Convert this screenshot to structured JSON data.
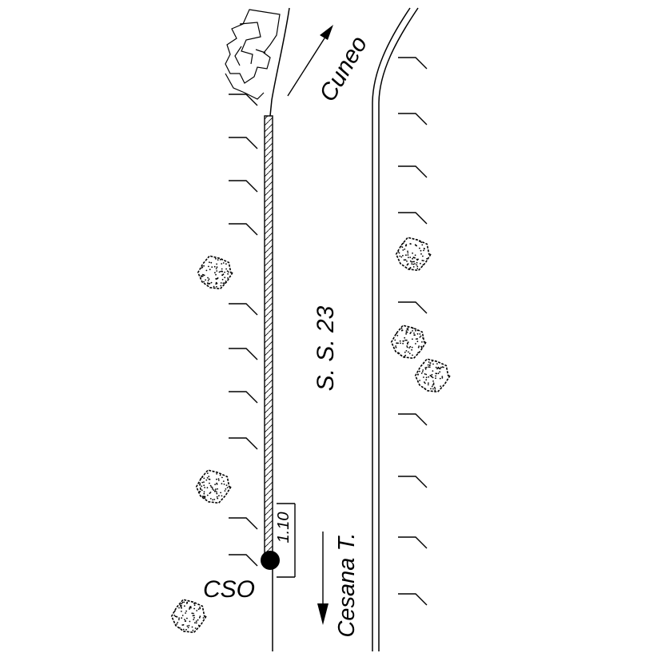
{
  "labels": {
    "road_name": "S. S. 23",
    "direction_up": "Cuneo",
    "direction_down": "Cesana T.",
    "point_label": "CSO",
    "offset_dimension": "1.10"
  },
  "colors": {
    "ink": "#000000",
    "background": "#ffffff"
  }
}
